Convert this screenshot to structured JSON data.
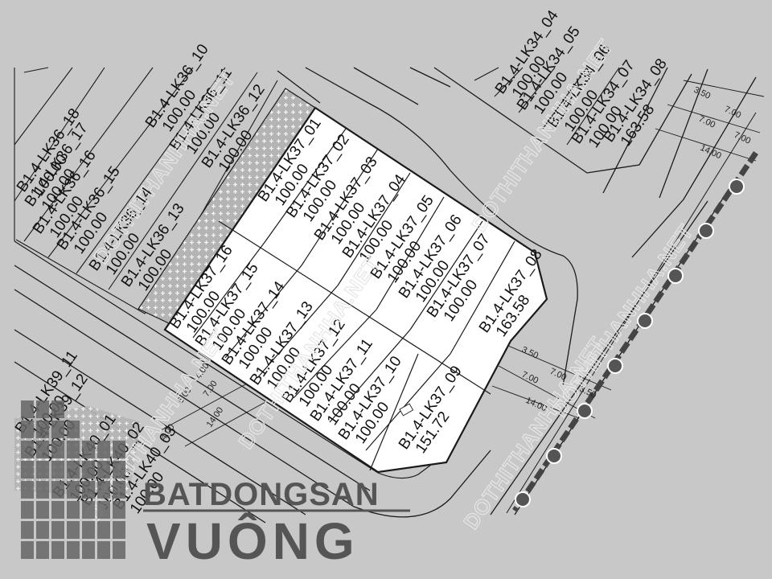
{
  "block_lots": [
    {
      "code": "B1.4-LK37_01",
      "area": "100.00"
    },
    {
      "code": "B1.4-LK37_02",
      "area": "100.00"
    },
    {
      "code": "B1.4-LK37_03",
      "area": "100.00"
    },
    {
      "code": "B1.4-LK37_04",
      "area": "100.00"
    },
    {
      "code": "B1.4-LK37_05",
      "area": "100.00"
    },
    {
      "code": "B1.4-LK37_06",
      "area": "100.00"
    },
    {
      "code": "B1.4-LK37_07",
      "area": "100.00"
    },
    {
      "code": "B1.4-LK37_08",
      "area": "163.58"
    },
    {
      "code": "B1.4-LK37_09",
      "area": "151.72"
    },
    {
      "code": "B1.4-LK37_10",
      "area": "100.00"
    },
    {
      "code": "B1.4-LK37_11",
      "area": "100.00"
    },
    {
      "code": "B1.4-LK37_12",
      "area": "100.00"
    },
    {
      "code": "B1.4-LK37_13",
      "area": "100.00"
    },
    {
      "code": "B1.4-LK37_14",
      "area": "100.00"
    },
    {
      "code": "B1.4-LK37_15",
      "area": "100.00"
    },
    {
      "code": "B1.4-LK37_16",
      "area": "100.00"
    }
  ],
  "left_block_lots": [
    {
      "code": "B1.4-LK36_18",
      "area": "100.00"
    },
    {
      "code": "B1.4-LK36_17",
      "area": "100.00"
    },
    {
      "code": "B1.4-LK36_16",
      "area": "100.00"
    },
    {
      "code": "B1.4-LK36_15",
      "area": "100.00"
    },
    {
      "code": "B1.4-LK36_14",
      "area": "100.00"
    },
    {
      "code": "B1.4-LK36_13",
      "area": "100.00"
    },
    {
      "code": "B1.4-LK36_12",
      "area": "100.00"
    },
    {
      "code": "B1.4-LK36_11",
      "area": "100.00"
    },
    {
      "code": "B1.4-LK36_10",
      "area": "100.00"
    }
  ],
  "top_block_lots": [
    {
      "code": "B1.4-LK34_04",
      "area": "100.00"
    },
    {
      "code": "B1.4-LK34_05",
      "area": "100.00"
    },
    {
      "code": "B1.4-LK34_06",
      "area": "100.00"
    },
    {
      "code": "B1.4-LK34_07",
      "area": "100.00"
    },
    {
      "code": "B1.4-LK34_08",
      "area": "163.58"
    }
  ],
  "bottom_left_lots": [
    {
      "code": "B1.4-LK39_11",
      "area": "100.00"
    },
    {
      "code": "B1.4-LK39_12",
      "area": "100.00"
    },
    {
      "code": "B1.4-LK40_01",
      "area": "100.00"
    },
    {
      "code": "B1.4-LK40_02",
      "area": "100.00"
    },
    {
      "code": "B1.4-LK40_03",
      "area": "100.00"
    }
  ],
  "road_dimensions": {
    "right_upper": [
      "3.50",
      "7.00",
      "7.00",
      "14.00",
      "7.00"
    ],
    "right_lower": [
      "3.50",
      "7.00",
      "7.00",
      "3.50",
      "14.00"
    ],
    "left_lower": [
      "4.00",
      "6.00",
      "4.00",
      "7.00",
      "14.00"
    ]
  },
  "watermark_text": "DOTHITHANHHA.NET",
  "brand": {
    "top_line": "BATDONGSAN",
    "main_line": "VUÔNG"
  },
  "colors": {
    "background": "#c8c8c8",
    "block_fill": "#ffffff",
    "green_strip": "#a8a8a8",
    "line": "#1a1a1a",
    "brand": "#555555",
    "watermark": "#e6e6e6"
  }
}
